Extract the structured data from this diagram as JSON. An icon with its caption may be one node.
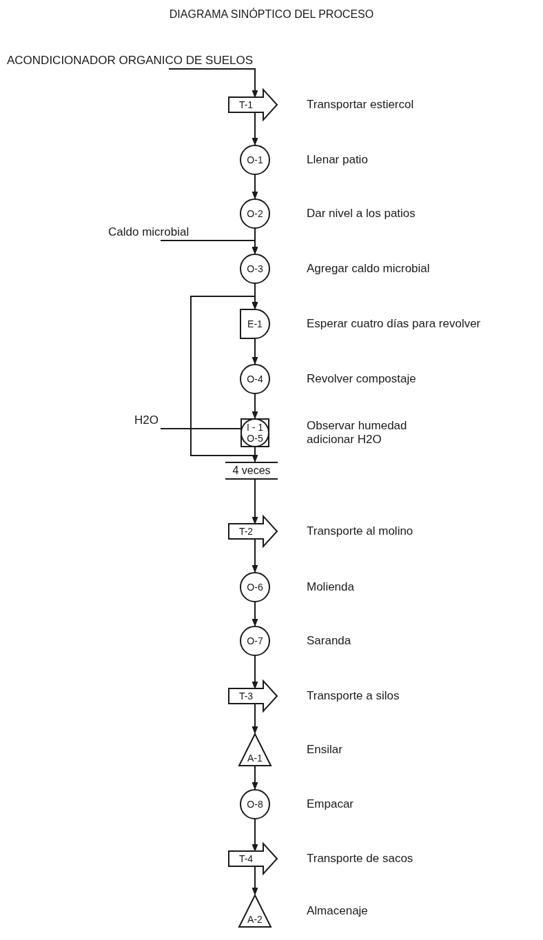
{
  "diagram": {
    "title": "DIAGRAMA SINÓPTICO DEL PROCESO",
    "nodes": [
      {
        "text": [
          "ACONDICIONADOR ORGANICO DE SUELOS"
        ]
      },
      {
        "text": [
          "T-1"
        ],
        "beside": [
          "Transportar estiercol"
        ]
      },
      {
        "text": [
          "O-1"
        ],
        "beside": [
          "Llenar patio"
        ]
      },
      {
        "text": [
          "O-2"
        ],
        "beside": [
          "Dar nivel a los patios"
        ]
      },
      {
        "text": [
          "Caldo microbial"
        ]
      },
      {
        "text": [
          "O-3"
        ],
        "beside": [
          "Agregar caldo microbial"
        ]
      },
      {
        "text": [
          "E-1"
        ],
        "beside": [
          "Esperar cuatro días para revolver"
        ]
      },
      {
        "text": [
          "O-4"
        ],
        "beside": [
          "Revolver compostaje"
        ]
      },
      {
        "text": [
          "H2O"
        ]
      },
      {
        "text": [
          "I - 1",
          "O-5"
        ],
        "beside": [
          "Observar humedad adicionar H2O"
        ]
      },
      {
        "text": [
          "4 veces"
        ]
      },
      {
        "text": [
          "T-2"
        ],
        "beside": [
          "Transporte al molino"
        ]
      },
      {
        "text": [
          "O-6"
        ],
        "beside": [
          "Molienda"
        ]
      },
      {
        "text": [
          "O-7"
        ],
        "beside": [
          "Saranda"
        ]
      },
      {
        "text": [
          "T-3"
        ],
        "beside": [
          "Transporte a silos"
        ]
      },
      {
        "text": [
          "A-1"
        ],
        "beside": [
          "Ensilar"
        ]
      },
      {
        "text": [
          "O-8"
        ],
        "beside": [
          "Empacar"
        ]
      },
      {
        "text": [
          "T-4"
        ],
        "beside": [
          "Transporte de sacos"
        ]
      },
      {
        "text": [
          "A-2"
        ],
        "beside": [
          "Almacenaje"
        ]
      }
    ],
    "edges": [
      {
        "from": 0,
        "to": 1,
        "arrow": "to"
      },
      {
        "from": 1,
        "to": 2,
        "arrow": "to"
      },
      {
        "from": 2,
        "to": 3,
        "arrow": "to"
      },
      {
        "from": 3,
        "to": 5,
        "arrow": "to"
      },
      {
        "from": 4,
        "to": 5,
        "arrow": "to"
      },
      {
        "from": 5,
        "to": 6,
        "arrow": "to"
      },
      {
        "from": 6,
        "to": 7,
        "arrow": "to"
      },
      {
        "from": 7,
        "to": 9,
        "arrow": "to"
      },
      {
        "from": 8,
        "to": 9,
        "arrow": "to"
      },
      {
        "from": 9,
        "to": 6,
        "arrow": "to"
      },
      {
        "from": 9,
        "to": 10,
        "arrow": "to"
      },
      {
        "from": 10,
        "to": 11,
        "arrow": "to"
      },
      {
        "from": 11,
        "to": 12,
        "arrow": "to"
      },
      {
        "from": 12,
        "to": 13,
        "arrow": "to"
      },
      {
        "from": 13,
        "to": 14,
        "arrow": "to"
      },
      {
        "from": 14,
        "to": 15,
        "arrow": "to"
      },
      {
        "from": 15,
        "to": 16,
        "arrow": "to"
      },
      {
        "from": 16,
        "to": 17,
        "arrow": "to"
      },
      {
        "from": 17,
        "to": 18,
        "arrow": "to"
      }
    ]
  }
}
